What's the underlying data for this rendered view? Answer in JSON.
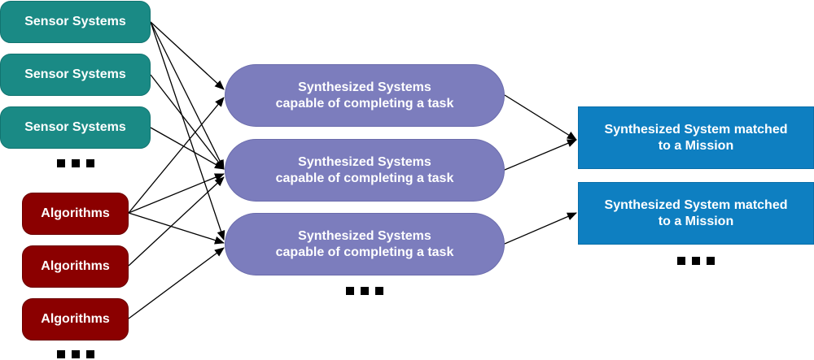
{
  "diagram": {
    "sensors": [
      {
        "label": "Sensor Systems"
      },
      {
        "label": "Sensor Systems"
      },
      {
        "label": "Sensor Systems"
      }
    ],
    "algorithms": [
      {
        "label": "Algorithms"
      },
      {
        "label": "Algorithms"
      },
      {
        "label": "Algorithms"
      }
    ],
    "synthesized": [
      {
        "line1": "Synthesized Systems",
        "line2": "capable of completing a task"
      },
      {
        "line1": "Synthesized Systems",
        "line2": "capable of completing a task"
      },
      {
        "line1": "Synthesized Systems",
        "line2": "capable of completing a task"
      }
    ],
    "missions": [
      {
        "line1": "Synthesized System matched",
        "line2": "to a Mission"
      },
      {
        "line1": "Synthesized System matched",
        "line2": "to a Mission"
      }
    ],
    "colors": {
      "sensor": "#1a8a85",
      "algorithm": "#8b0000",
      "synthesized": "#7c7dbd",
      "mission": "#0e7fc1",
      "arrow": "#000000"
    }
  }
}
